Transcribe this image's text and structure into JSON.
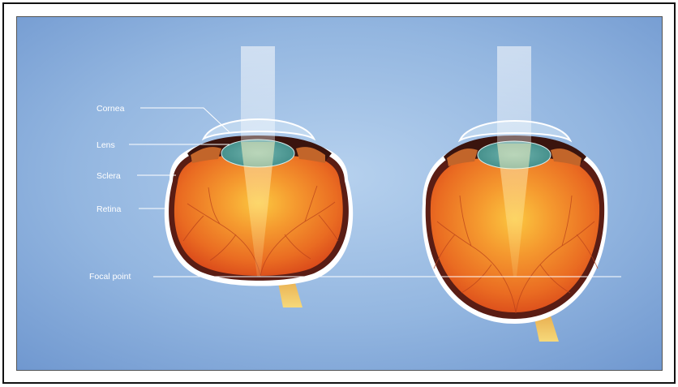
{
  "diagram": {
    "labels": {
      "cornea": "Cornea",
      "lens": "Lens",
      "sclera": "Sclera",
      "retina": "Retina",
      "focal_point": "Focal point"
    },
    "colors": {
      "background_light": "#a9c7e7",
      "background_dark": "#6f97cf",
      "eyeball_center": "#f8b53a",
      "eyeball_edge": "#e2531c",
      "lens": "#4f9e9a",
      "light_beam": "#ffffff",
      "optic_nerve": "#f1c15a"
    }
  }
}
